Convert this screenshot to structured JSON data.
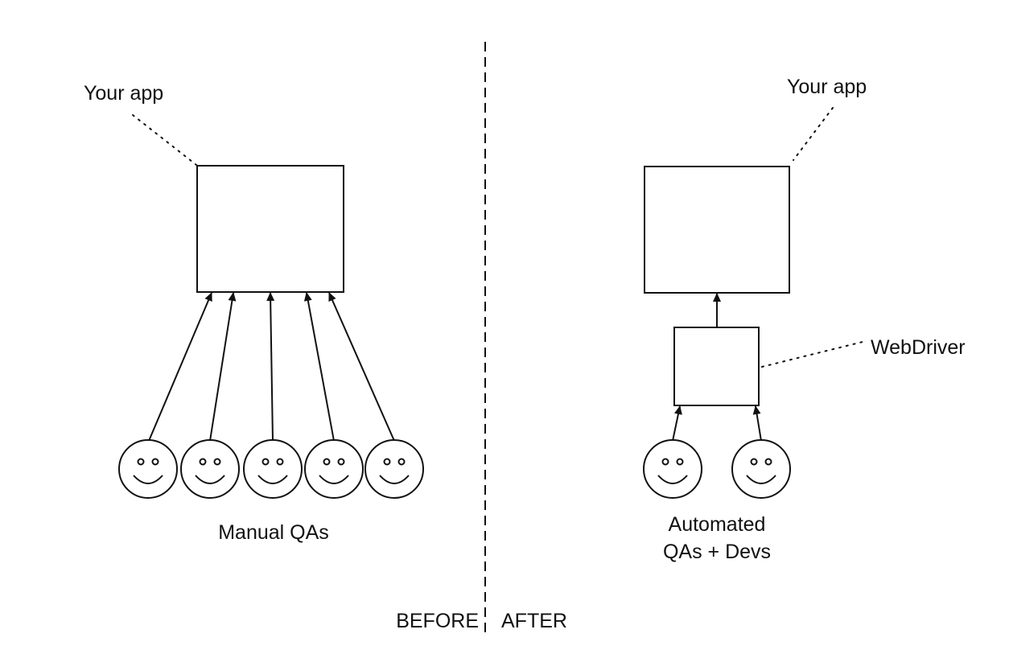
{
  "before": {
    "app_label": "Your app",
    "group_label": "Manual QAs",
    "section_label": "BEFORE"
  },
  "after": {
    "app_label": "Your app",
    "middleware_label": "WebDriver",
    "group_label_line1": "Automated",
    "group_label_line2": "QAs + Devs",
    "section_label": "AFTER"
  },
  "colors": {
    "stroke": "#111111",
    "background": "#ffffff"
  }
}
